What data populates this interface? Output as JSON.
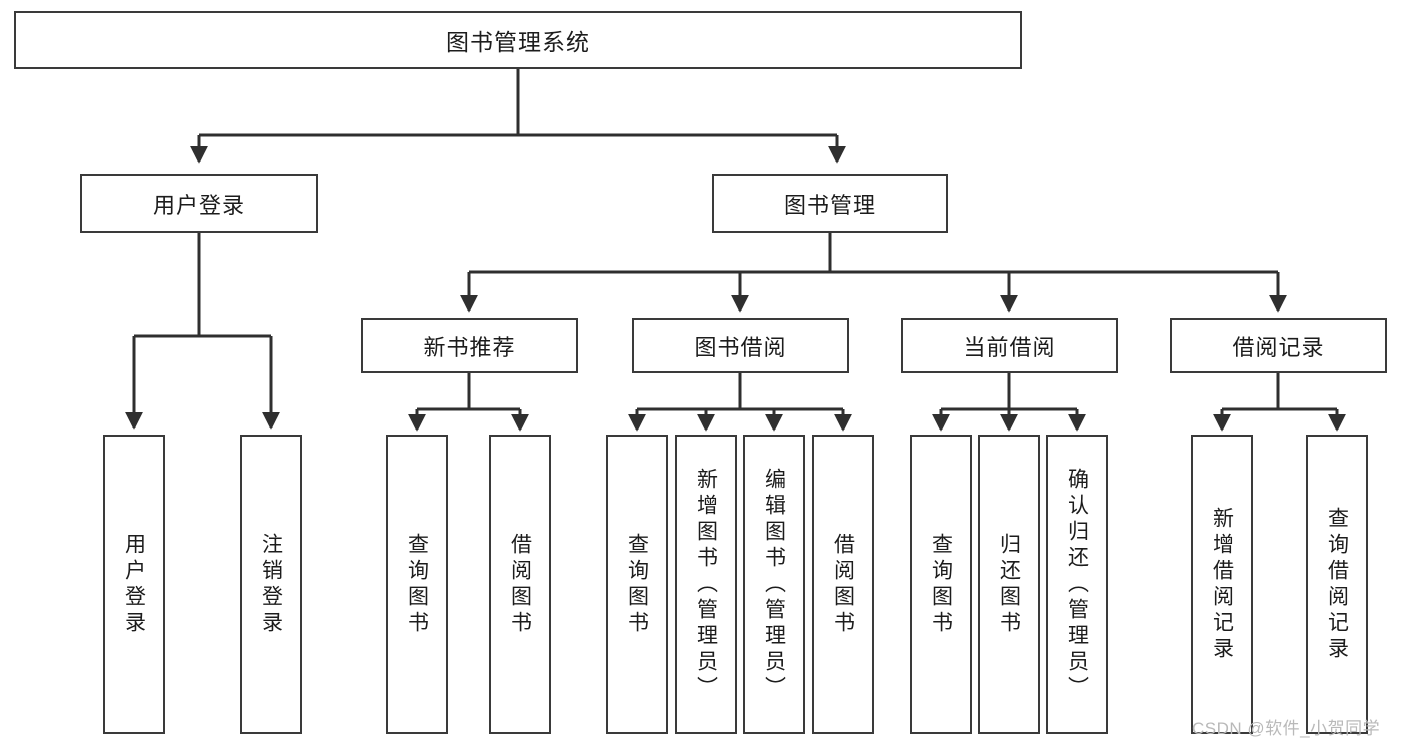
{
  "diagram": {
    "title": "图书管理系统",
    "type": "tree-hierarchy-chart",
    "root": {
      "id": "root",
      "label": "图书管理系统"
    },
    "level2": [
      {
        "id": "user-login",
        "label": "用户登录"
      },
      {
        "id": "book-management",
        "label": "图书管理"
      }
    ],
    "level3": [
      {
        "id": "new-book-recommend",
        "label": "新书推荐"
      },
      {
        "id": "book-borrow",
        "label": "图书借阅"
      },
      {
        "id": "current-borrow",
        "label": "当前借阅"
      },
      {
        "id": "borrow-record",
        "label": "借阅记录"
      }
    ],
    "leaves": {
      "user_login": [
        {
          "id": "leaf-user-login",
          "label": "用户登录"
        },
        {
          "id": "leaf-logout-login",
          "label": "注销登录"
        }
      ],
      "new_book_recommend": [
        {
          "id": "leaf-query-book-1",
          "label": "查询图书"
        },
        {
          "id": "leaf-borrow-book-1",
          "label": "借阅图书"
        }
      ],
      "book_borrow": [
        {
          "id": "leaf-query-book-2",
          "label": "查询图书"
        },
        {
          "id": "leaf-add-book",
          "label": "新增图书（管理员）"
        },
        {
          "id": "leaf-edit-book",
          "label": "编辑图书（管理员）"
        },
        {
          "id": "leaf-borrow-book-2",
          "label": "借阅图书"
        }
      ],
      "current_borrow": [
        {
          "id": "leaf-query-book-3",
          "label": "查询图书"
        },
        {
          "id": "leaf-return-book",
          "label": "归还图书"
        },
        {
          "id": "leaf-confirm-return",
          "label": "确认归还（管理员）"
        }
      ],
      "borrow_record": [
        {
          "id": "leaf-add-record",
          "label": "新增借阅记录"
        },
        {
          "id": "leaf-query-record",
          "label": "查询借阅记录"
        }
      ]
    }
  },
  "watermark": {
    "text": "CSDN @软件_小贺同学"
  },
  "colors": {
    "box_border": "#3a3a3a",
    "box_fill": "#ffffff",
    "text": "#1c1c1c",
    "wire": "#2f2f2f",
    "watermark": "#b9b9b9"
  }
}
